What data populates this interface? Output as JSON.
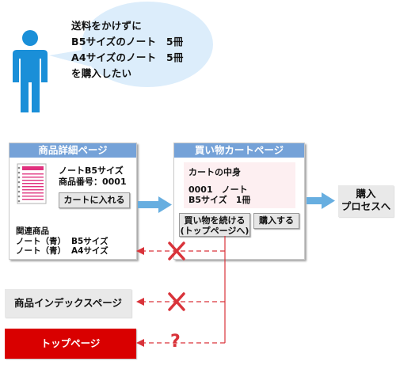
{
  "bubble": {
    "lines": [
      "送料をかけずに",
      "B5サイズのノート　5冊",
      "A4サイズのノート　5冊",
      "を購入したい"
    ]
  },
  "product_panel": {
    "title": "商品詳細ページ",
    "name": "ノートB5サイズ",
    "number": "商品番号：0001",
    "add_to_cart_label": "カートに入れる",
    "related_heading": "関連商品",
    "related_items": [
      {
        "name": "ノート（青）",
        "size": "B5サイズ"
      },
      {
        "name": "ノート（青）",
        "size": "A4サイズ"
      }
    ]
  },
  "cart_panel": {
    "title": "買い物カートページ",
    "contents_heading": "カートの中身",
    "item_line1": "0001　ノート",
    "item_line2": "B5サイズ　1冊",
    "continue_label_1": "買い物を続ける",
    "continue_label_2": "(トップページへ)",
    "purchase_label": "購入する"
  },
  "destinations": {
    "purchase_process_1": "購入",
    "purchase_process_2": "プロセスへ",
    "product_index": "商品インデックスページ",
    "top_page": "トップページ",
    "question_mark": "?"
  },
  "colors": {
    "person": "#1a8fd8",
    "bubble": "#dcedfb",
    "panel_title": "#75a2d8",
    "flow_arrow": "#67aee0",
    "line_red": "#d9333a",
    "top_page_bg": "#d90000",
    "cart_box": "#fdeff1"
  }
}
